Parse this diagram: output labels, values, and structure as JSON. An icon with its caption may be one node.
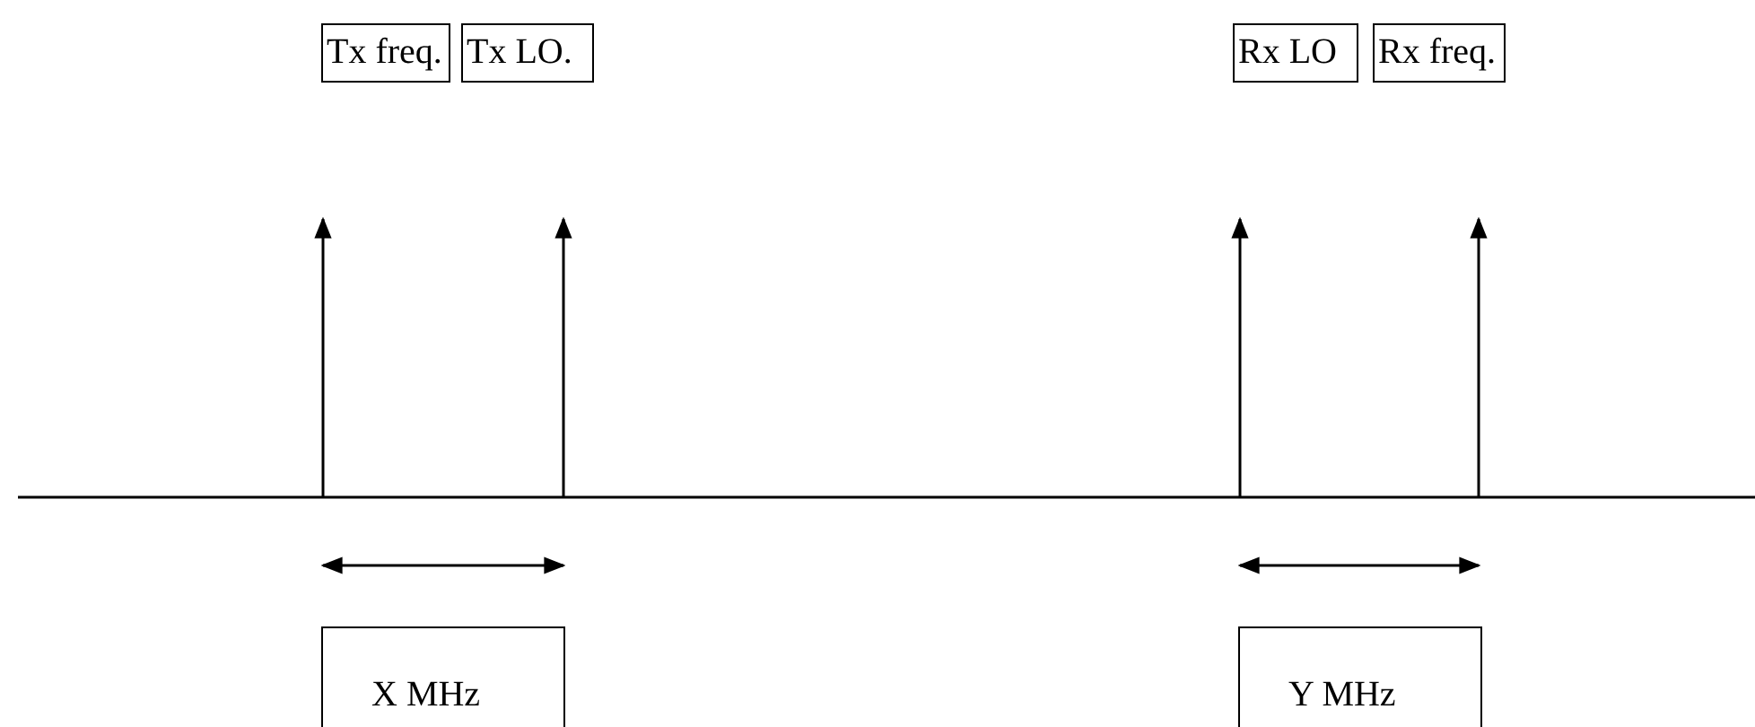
{
  "diagram": {
    "nodes": [
      {
        "text": [
          "Tx freq."
        ]
      },
      {
        "text": [
          "Tx LO."
        ]
      },
      {
        "text": [
          "Rx LO"
        ]
      },
      {
        "text": [
          "Rx freq."
        ]
      },
      {
        "text": [
          "X MHz"
        ]
      },
      {
        "text": [
          "Y MHz"
        ]
      }
    ],
    "edges": []
  }
}
